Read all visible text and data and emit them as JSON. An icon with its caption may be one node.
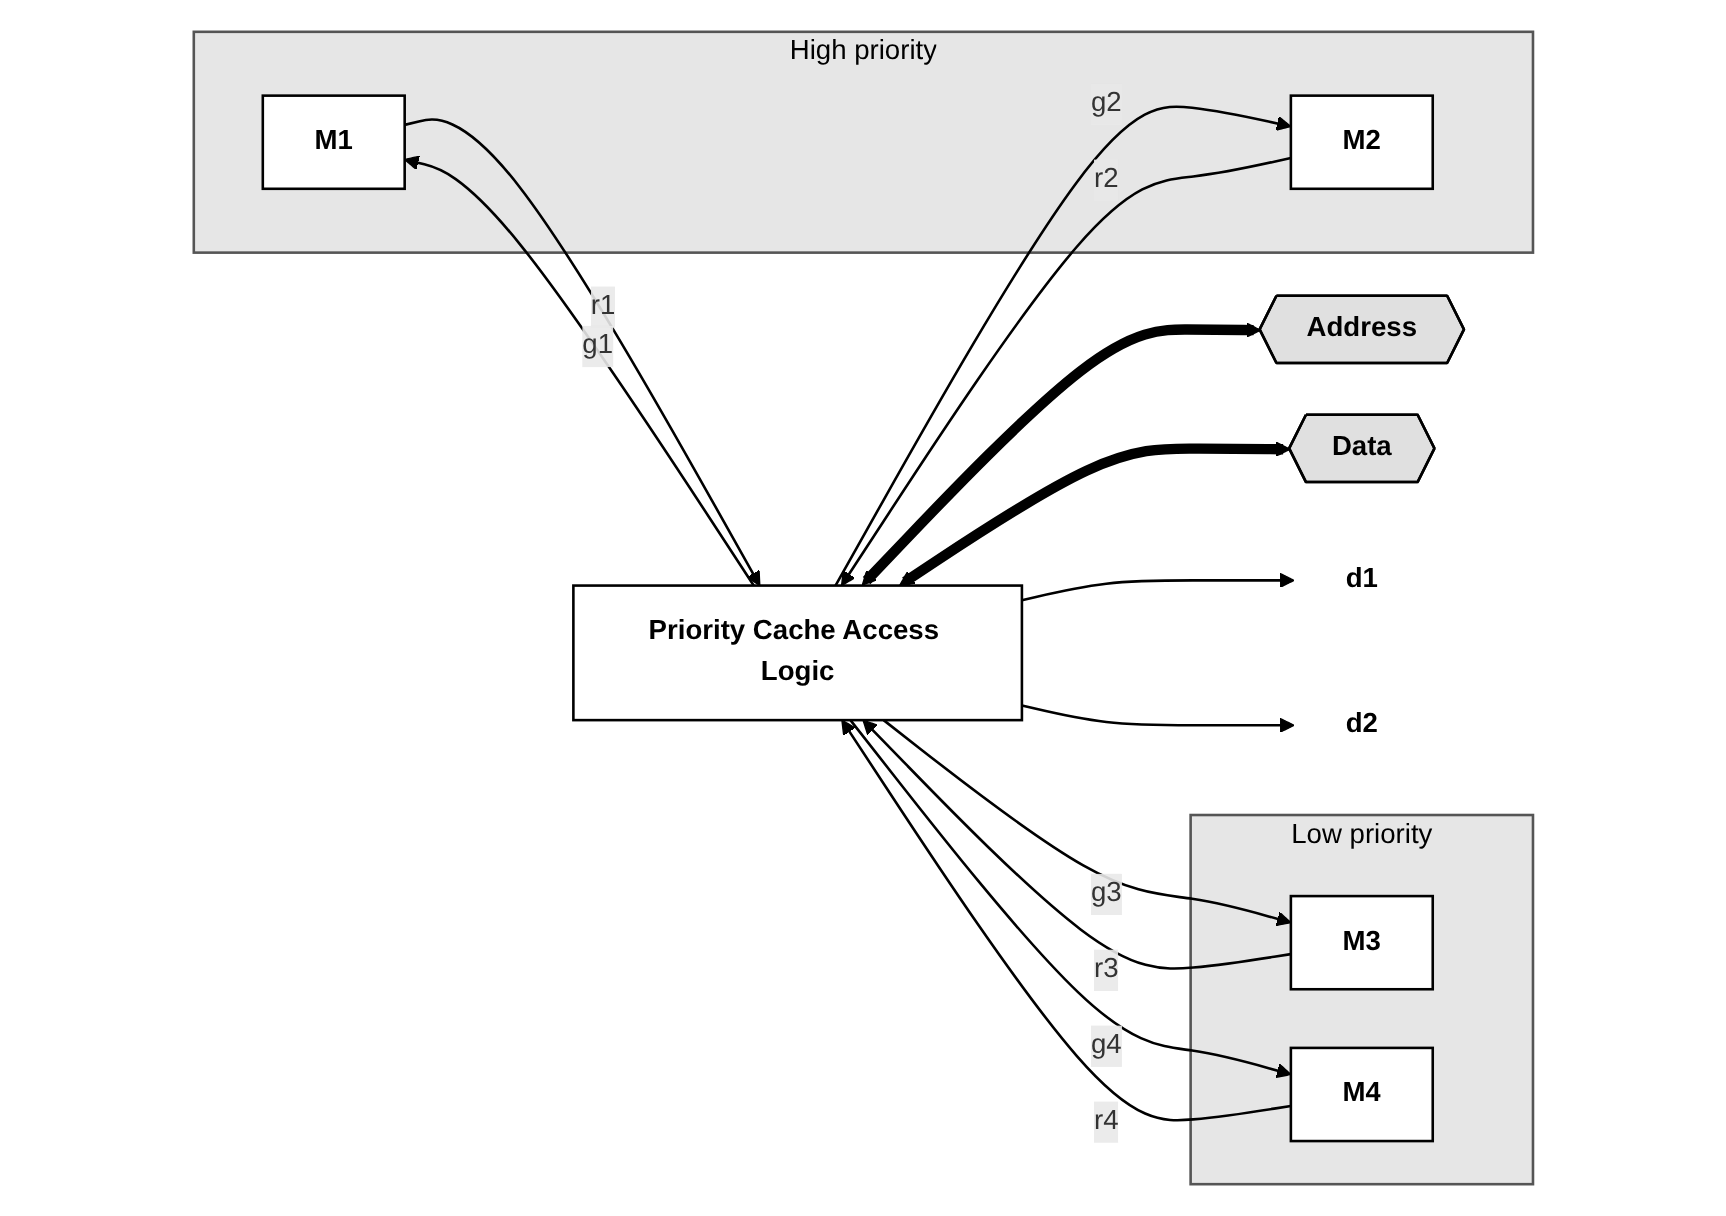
{
  "diagram": {
    "nodes": [
      {
        "text": [
          "High priority"
        ]
      },
      {
        "text": [
          "M1"
        ],
        "in": 0
      },
      {
        "text": [
          "M2"
        ],
        "in": 0
      },
      {
        "text": [
          "Low priority"
        ]
      },
      {
        "text": [
          "M3"
        ],
        "in": 3
      },
      {
        "text": [
          "M4"
        ],
        "in": 3
      },
      {
        "text": [
          "Priority Cache Access Logic"
        ]
      },
      {
        "text": [
          "Address"
        ]
      },
      {
        "text": [
          "Data"
        ]
      },
      {
        "text": [
          "d1"
        ]
      },
      {
        "text": [
          "d2"
        ]
      }
    ],
    "edges": [
      {
        "from": 1,
        "to": 6,
        "arrow": "to",
        "label": "r1"
      },
      {
        "from": 6,
        "to": 1,
        "arrow": "to",
        "label": "g1"
      },
      {
        "from": 2,
        "to": 6,
        "arrow": "to",
        "label": "r2"
      },
      {
        "from": 6,
        "to": 2,
        "arrow": "to",
        "label": "g2"
      },
      {
        "from": 4,
        "to": 6,
        "arrow": "to",
        "label": "r3"
      },
      {
        "from": 6,
        "to": 4,
        "arrow": "to",
        "label": "g3"
      },
      {
        "from": 5,
        "to": 6,
        "arrow": "to",
        "label": "r4"
      },
      {
        "from": 6,
        "to": 5,
        "arrow": "to",
        "label": "g4"
      },
      {
        "from": 6,
        "to": 7,
        "arrow": "both",
        "style": "thick"
      },
      {
        "from": 6,
        "to": 8,
        "arrow": "both",
        "style": "thick"
      },
      {
        "from": 6,
        "to": 9,
        "arrow": "to"
      },
      {
        "from": 6,
        "to": 10,
        "arrow": "to"
      }
    ]
  }
}
